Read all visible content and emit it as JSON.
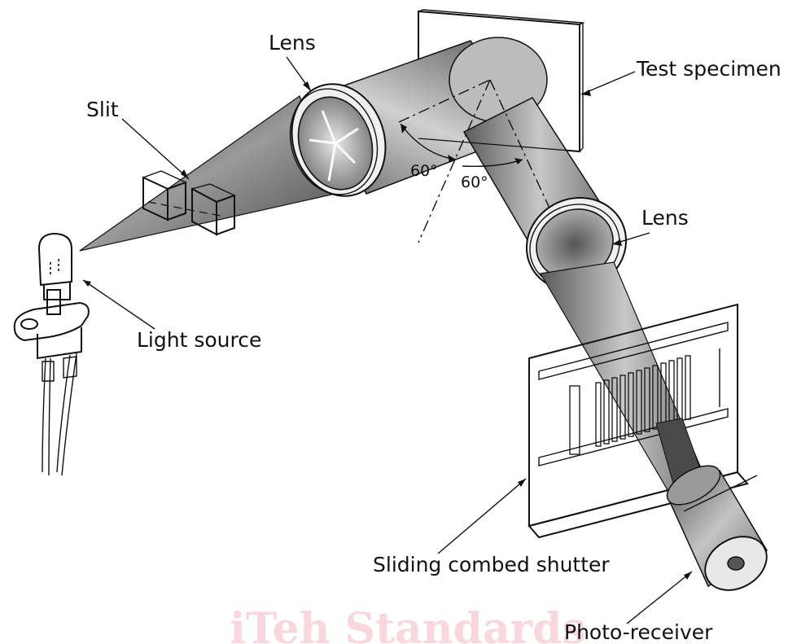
{
  "labels": {
    "lens_top": "Lens",
    "slit": "Slit",
    "test_specimen": "Test specimen",
    "lens_right": "Lens",
    "light_source": "Light source",
    "sliding_combed_shutter": "Sliding combed shutter",
    "photo_receiver": "Photo-receiver",
    "angle_left": "60°",
    "angle_right": "60°"
  },
  "watermark": "iTeh Standards",
  "colors": {
    "beam_dark": "#5a5a5a",
    "beam_light": "#c8c8c8",
    "line": "#111111",
    "watermark": "#f4b9c4"
  }
}
